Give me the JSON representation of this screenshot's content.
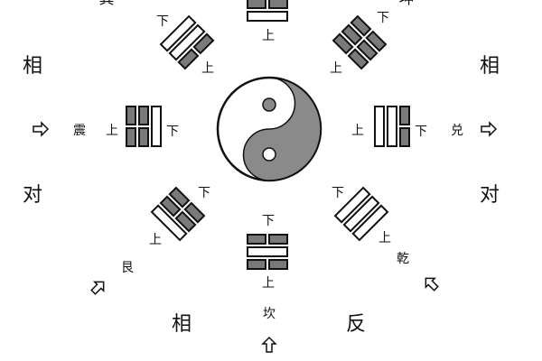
{
  "colors": {
    "yin_fill": "#7a7a7a",
    "yang_fill": "#ffffff",
    "stroke": "#111111",
    "taiji_dark": "#8a8a8a"
  },
  "side_labels": {
    "left_top": "相",
    "left_bottom": "对",
    "right_top": "相",
    "right_bottom": "对",
    "bottom_left": "相",
    "bottom_right": "反"
  },
  "top_partial": {
    "left": "巽",
    "right": "坤"
  },
  "markers": {
    "upper": "上",
    "lower": "下"
  },
  "names": {
    "zhen": "震",
    "dui": "兑",
    "gen": "艮",
    "qian": "乾",
    "kan": "坎"
  },
  "trigrams": [
    {
      "id": "top",
      "lines": [
        "yin",
        "yin",
        "yang"
      ]
    },
    {
      "id": "top-left",
      "lines": [
        "yang",
        "yang",
        "yin"
      ]
    },
    {
      "id": "top-right",
      "lines": [
        "yin",
        "yin",
        "yin"
      ]
    },
    {
      "id": "left-zhen",
      "lines": [
        "yin",
        "yin",
        "yang"
      ]
    },
    {
      "id": "right-dui",
      "lines": [
        "yang",
        "yang",
        "yin"
      ]
    },
    {
      "id": "bottom-left-gen",
      "lines": [
        "yang",
        "yin",
        "yin"
      ]
    },
    {
      "id": "bottom-right-qian",
      "lines": [
        "yang",
        "yang",
        "yang"
      ]
    },
    {
      "id": "bottom-kan",
      "lines": [
        "yin",
        "yang",
        "yin"
      ]
    }
  ]
}
